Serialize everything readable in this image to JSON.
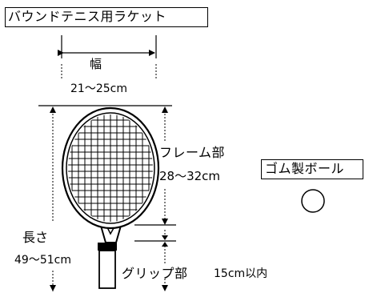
{
  "title": "バウンドテニス用ラケット",
  "ball_label": "ゴム製ボール",
  "width": {
    "label": "幅",
    "value": "21～25cm"
  },
  "frame": {
    "label": "フレーム部",
    "value": "28～32cm"
  },
  "length": {
    "label": "長さ",
    "value": "49～51cm"
  },
  "grip": {
    "label": "グリップ部",
    "value": "15cm以内"
  },
  "colors": {
    "line": "#000000",
    "background": "#ffffff"
  },
  "icons": [
    "racket-icon",
    "ball-icon"
  ]
}
